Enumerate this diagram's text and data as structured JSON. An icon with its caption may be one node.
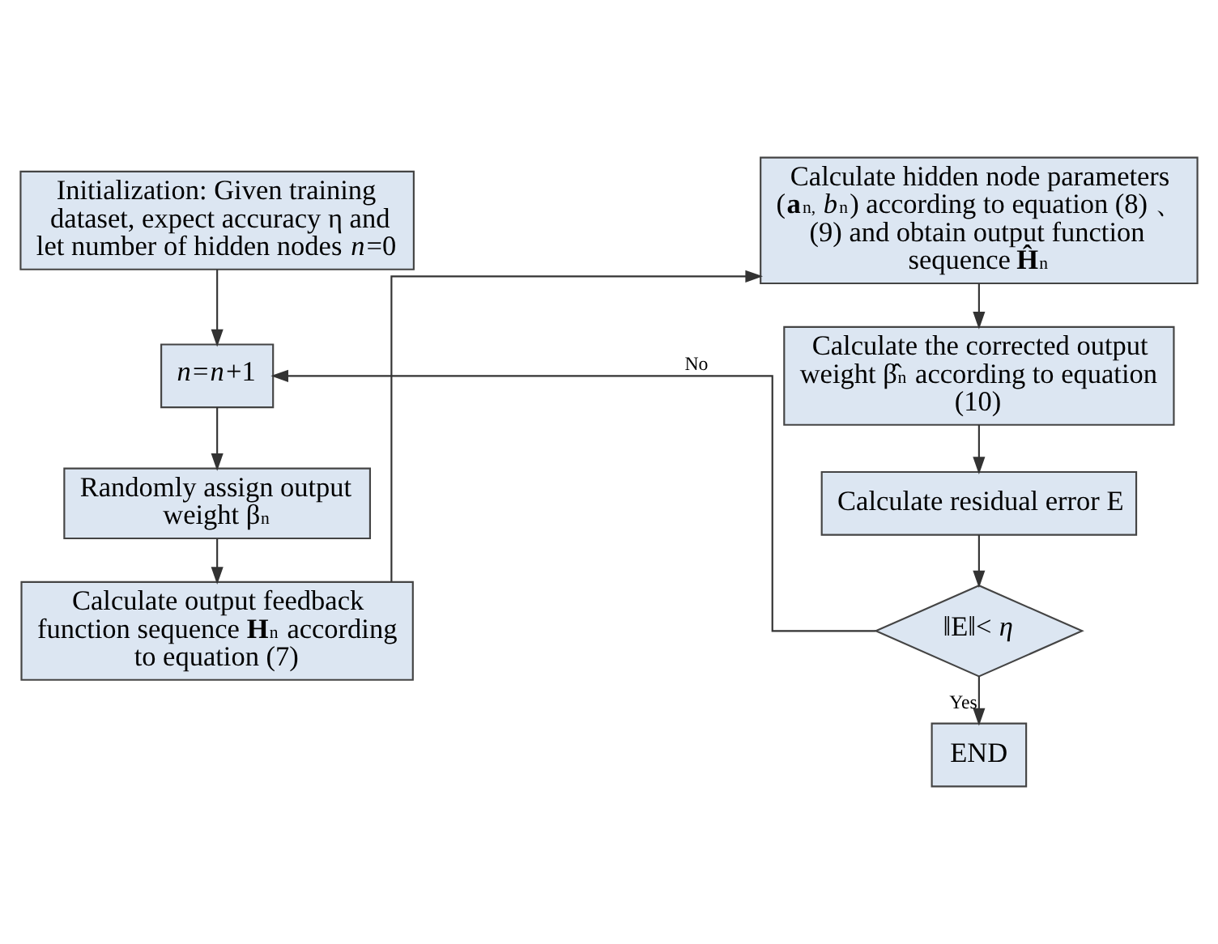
{
  "diagram": {
    "nodes": [
      {
        "text": [
          "Initialization: Given training dataset, expect accuracy η and let number of hidden nodes *n*=0"
        ]
      },
      {
        "text": [
          "*n*=*n*+1"
        ]
      },
      {
        "text": [
          "Randomly assign output weight β$_{n}$"
        ]
      },
      {
        "text": [
          "Calculate output feedback function sequence **H**$_{n}$ according to equation (7)"
        ]
      },
      {
        "text": [
          "Calculate hidden node parameters (**a**$_{n,}$ *b*$_{n}$) according to equation (8) 、 (9) and obtain output function sequence **Ĥ**$_{n}$"
        ]
      },
      {
        "text": [
          "Calculate the corrected output weight β̂$_{n}$ according to equation (10)"
        ]
      },
      {
        "text": [
          "Calculate residual error E"
        ]
      },
      {
        "text": [
          "‖E‖< *η*"
        ]
      },
      {
        "text": [
          "END"
        ]
      }
    ],
    "edges": [
      {
        "from": 0,
        "to": 1,
        "arrow": "to"
      },
      {
        "from": 1,
        "to": 2,
        "arrow": "to"
      },
      {
        "from": 2,
        "to": 3,
        "arrow": "to"
      },
      {
        "from": 3,
        "to": 4,
        "arrow": "to"
      },
      {
        "from": 4,
        "to": 5,
        "arrow": "to"
      },
      {
        "from": 5,
        "to": 6,
        "arrow": "to"
      },
      {
        "from": 6,
        "to": 7,
        "arrow": "to"
      },
      {
        "from": 7,
        "to": 1,
        "arrow": "to",
        "label": "No"
      },
      {
        "from": 7,
        "to": 8,
        "arrow": "to",
        "label": "Yes"
      }
    ]
  }
}
